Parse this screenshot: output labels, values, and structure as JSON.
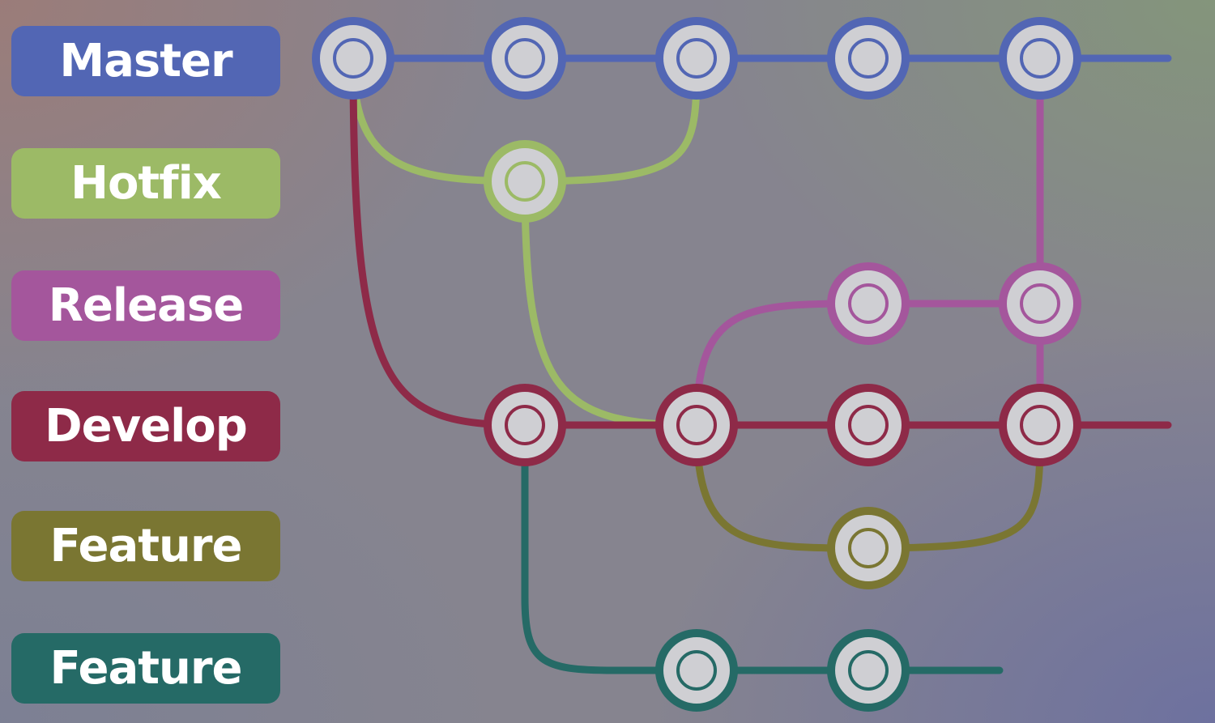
{
  "branches": [
    {
      "id": "master",
      "label": "Master",
      "color": "#5266b4"
    },
    {
      "id": "hotfix",
      "label": "Hotfix",
      "color": "#9cba66"
    },
    {
      "id": "release",
      "label": "Release",
      "color": "#a4569c"
    },
    {
      "id": "develop",
      "label": "Develop",
      "color": "#8e2a48"
    },
    {
      "id": "feature1",
      "label": "Feature",
      "color": "#7a7632"
    },
    {
      "id": "feature2",
      "label": "Feature",
      "color": "#256a66"
    }
  ],
  "commit_fill": "#cfcfd3",
  "commits": [
    {
      "id": "m1",
      "branch": "master",
      "col": 0
    },
    {
      "id": "m2",
      "branch": "master",
      "col": 1
    },
    {
      "id": "m3",
      "branch": "master",
      "col": 2
    },
    {
      "id": "m4",
      "branch": "master",
      "col": 3
    },
    {
      "id": "m5",
      "branch": "master",
      "col": 4
    },
    {
      "id": "h1",
      "branch": "hotfix",
      "col": 1
    },
    {
      "id": "r1",
      "branch": "release",
      "col": 3
    },
    {
      "id": "r2",
      "branch": "release",
      "col": 4
    },
    {
      "id": "d1",
      "branch": "develop",
      "col": 1
    },
    {
      "id": "d2",
      "branch": "develop",
      "col": 2
    },
    {
      "id": "d3",
      "branch": "develop",
      "col": 3
    },
    {
      "id": "d4",
      "branch": "develop",
      "col": 4
    },
    {
      "id": "f1",
      "branch": "feature1",
      "col": 3
    },
    {
      "id": "g1",
      "branch": "feature2",
      "col": 2
    },
    {
      "id": "g2",
      "branch": "feature2",
      "col": 3
    }
  ],
  "connections": [
    {
      "from": "m1",
      "to": "m2",
      "color_branch": "master"
    },
    {
      "from": "m2",
      "to": "m3",
      "color_branch": "master"
    },
    {
      "from": "m3",
      "to": "m4",
      "color_branch": "master"
    },
    {
      "from": "m4",
      "to": "m5",
      "color_branch": "master"
    },
    {
      "from": "m1",
      "to": "h1",
      "color_branch": "hotfix"
    },
    {
      "from": "h1",
      "to": "m3",
      "color_branch": "hotfix"
    },
    {
      "from": "h1",
      "to": "d2",
      "color_branch": "hotfix"
    },
    {
      "from": "m1",
      "to": "d1",
      "color_branch": "develop"
    },
    {
      "from": "d1",
      "to": "d2",
      "color_branch": "develop"
    },
    {
      "from": "d2",
      "to": "d3",
      "color_branch": "develop"
    },
    {
      "from": "d3",
      "to": "d4",
      "color_branch": "develop"
    },
    {
      "from": "d2",
      "to": "r1",
      "color_branch": "release"
    },
    {
      "from": "r1",
      "to": "r2",
      "color_branch": "release"
    },
    {
      "from": "r2",
      "to": "m5",
      "color_branch": "release"
    },
    {
      "from": "r2",
      "to": "d4",
      "color_branch": "release"
    },
    {
      "from": "d2",
      "to": "f1",
      "color_branch": "feature1"
    },
    {
      "from": "f1",
      "to": "d4",
      "color_branch": "feature1"
    },
    {
      "from": "d1",
      "to": "g1",
      "color_branch": "feature2"
    },
    {
      "from": "g1",
      "to": "g2",
      "color_branch": "feature2"
    }
  ],
  "continuations": [
    {
      "from": "m5",
      "color_branch": "master"
    },
    {
      "from": "d4",
      "color_branch": "develop"
    },
    {
      "from": "g2",
      "color_branch": "feature2"
    }
  ]
}
